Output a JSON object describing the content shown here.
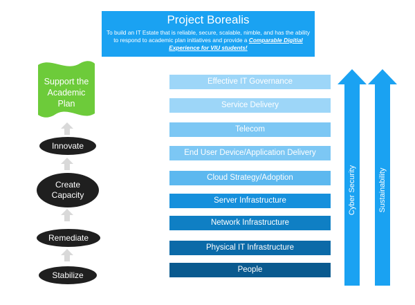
{
  "header": {
    "title": "Project Borealis",
    "description": "To build an IT Estate that is reliable, secure, scalable, nimble, and has the ability to respond to academic plan initiatives and provide a",
    "emphasis": "Comparable Digitial Experience for VIU students!"
  },
  "goal": {
    "lines": [
      "Support the",
      "Academic",
      "Plan"
    ]
  },
  "stages": [
    "Innovate",
    "Create Capacity",
    "Remediate",
    "Stabilize"
  ],
  "layers": [
    "Effective IT Governance",
    "Service Delivery",
    "Telecom",
    "End User Device/Application Delivery",
    "Cloud Strategy/Adoption",
    "Server Infrastructure",
    "Network Infrastructure",
    "Physical IT Infrastructure",
    "People"
  ],
  "pillars": [
    "Cyber Security",
    "Sustainability"
  ],
  "colors": {
    "banner": "#1AA2F2",
    "goal_green": "#6DCB3A",
    "stage_dark": "#1f1f1f",
    "step_arrow": "#d9d9d9",
    "pillar_blue": "#1AA2F2"
  }
}
